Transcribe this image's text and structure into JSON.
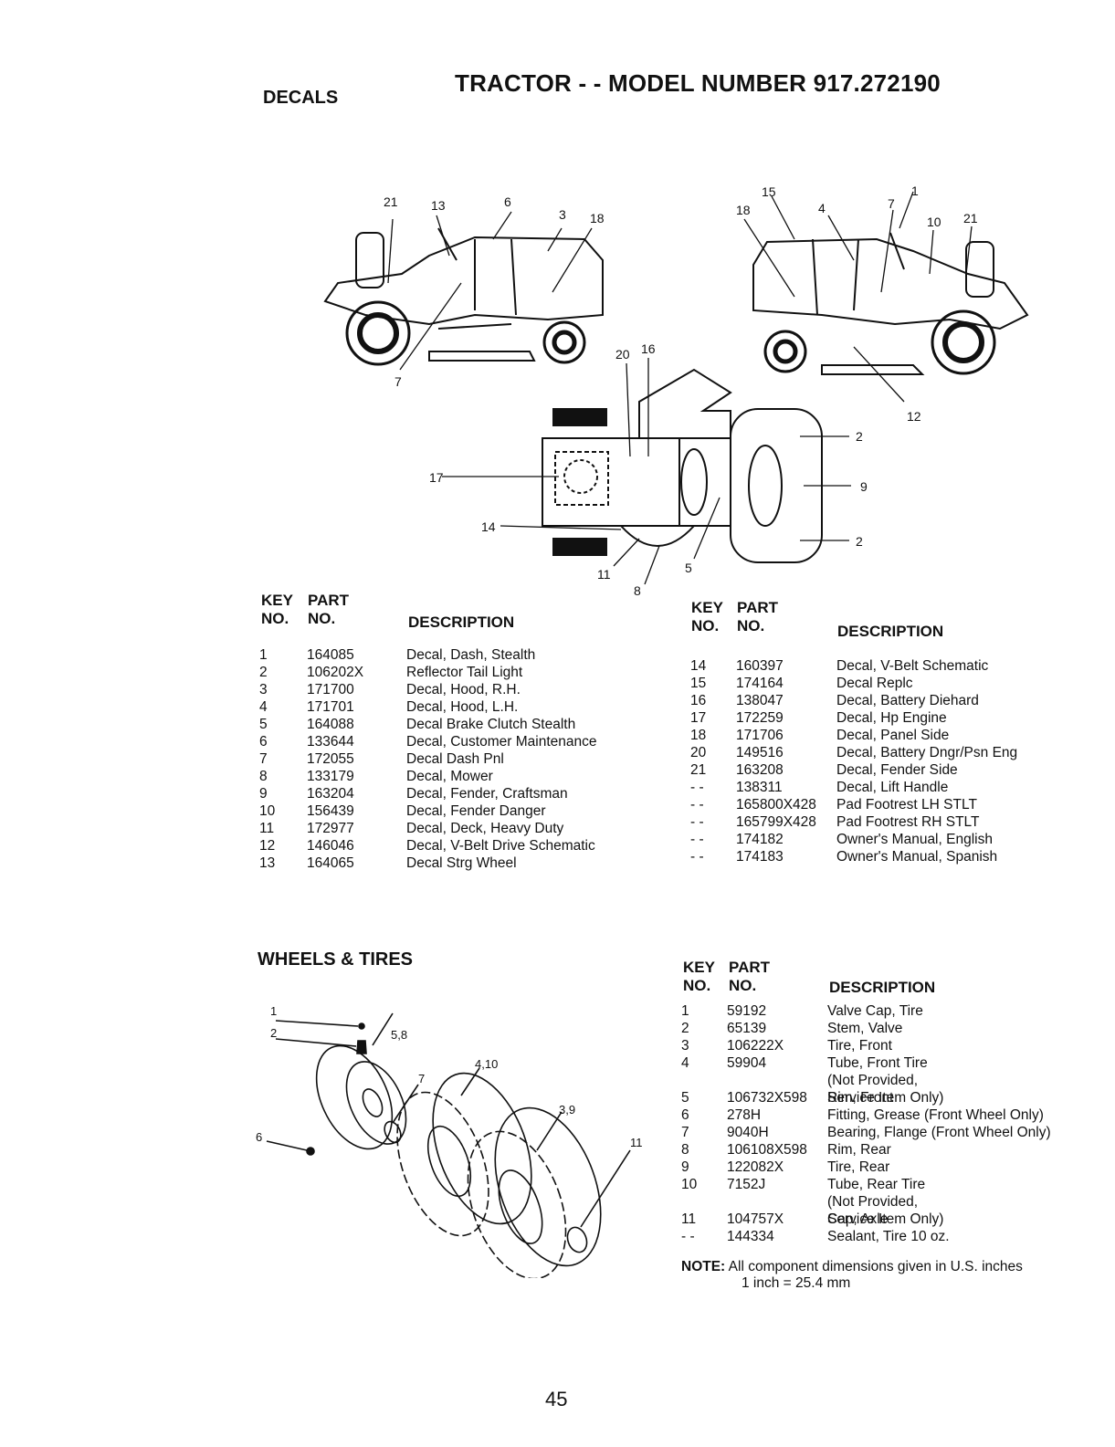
{
  "header": {
    "section": "DECALS",
    "title": "TRACTOR - - MODEL NUMBER 917.272190"
  },
  "decals_diagram": {
    "side_left_callouts": [
      "21",
      "13",
      "6",
      "3",
      "18",
      "7"
    ],
    "side_right_callouts": [
      "15",
      "18",
      "4",
      "7",
      "1",
      "10",
      "21",
      "12"
    ],
    "top_callouts": [
      "20",
      "16",
      "17",
      "14",
      "2",
      "9",
      "2",
      "11",
      "8",
      "5"
    ]
  },
  "table_headers": {
    "key": "KEY",
    "no": "NO.",
    "part": "PART",
    "part_no": "NO.",
    "description": "DESCRIPTION"
  },
  "decals_left": [
    {
      "key": "1",
      "part": "164085",
      "desc": "Decal, Dash, Stealth"
    },
    {
      "key": "2",
      "part": "106202X",
      "desc": "Reflector Tail Light"
    },
    {
      "key": "3",
      "part": "171700",
      "desc": "Decal, Hood, R.H."
    },
    {
      "key": "4",
      "part": "171701",
      "desc": "Decal, Hood, L.H."
    },
    {
      "key": "5",
      "part": "164088",
      "desc": "Decal Brake Clutch Stealth"
    },
    {
      "key": "6",
      "part": "133644",
      "desc": "Decal, Customer Maintenance"
    },
    {
      "key": "7",
      "part": "172055",
      "desc": "Decal Dash Pnl"
    },
    {
      "key": "8",
      "part": "133179",
      "desc": "Decal, Mower"
    },
    {
      "key": "9",
      "part": "163204",
      "desc": "Decal, Fender, Craftsman"
    },
    {
      "key": "10",
      "part": "156439",
      "desc": "Decal, Fender Danger"
    },
    {
      "key": "11",
      "part": "172977",
      "desc": "Decal, Deck, Heavy Duty"
    },
    {
      "key": "12",
      "part": "146046",
      "desc": "Decal, V-Belt Drive Schematic"
    },
    {
      "key": "13",
      "part": "164065",
      "desc": "Decal Strg Wheel"
    }
  ],
  "decals_right": [
    {
      "key": "14",
      "part": "160397",
      "desc": "Decal, V-Belt Schematic"
    },
    {
      "key": "15",
      "part": "174164",
      "desc": "Decal Replc"
    },
    {
      "key": "16",
      "part": "138047",
      "desc": "Decal, Battery Diehard"
    },
    {
      "key": "17",
      "part": "172259",
      "desc": "Decal, Hp Engine"
    },
    {
      "key": "18",
      "part": "171706",
      "desc": "Decal, Panel Side"
    },
    {
      "key": "20",
      "part": "149516",
      "desc": "Decal, Battery Dngr/Psn Eng"
    },
    {
      "key": "21",
      "part": "163208",
      "desc": "Decal, Fender Side"
    },
    {
      "key": "- -",
      "part": "138311",
      "desc": "Decal, Lift Handle"
    },
    {
      "key": "- -",
      "part": "165800X428",
      "desc": "Pad Footrest LH STLT"
    },
    {
      "key": "- -",
      "part": "165799X428",
      "desc": "Pad Footrest RH STLT"
    },
    {
      "key": "- -",
      "part": "174182",
      "desc": "Owner's Manual, English"
    },
    {
      "key": "- -",
      "part": "174183",
      "desc": "Owner's Manual, Spanish"
    }
  ],
  "wheels": {
    "section": "WHEELS & TIRES",
    "callouts": [
      "1",
      "2",
      "5,8",
      "6",
      "7",
      "4,10",
      "3,9",
      "11"
    ],
    "rows": [
      {
        "key": "1",
        "part": "59192",
        "desc": "Valve Cap, Tire"
      },
      {
        "key": "2",
        "part": "65139",
        "desc": "Stem, Valve"
      },
      {
        "key": "3",
        "part": "106222X",
        "desc": "Tire, Front"
      },
      {
        "key": "4",
        "part": "59904",
        "desc": "Tube, Front Tire (Not Provided, Service Item Only)"
      },
      {
        "key": "5",
        "part": "106732X598",
        "desc": "Rim, Front"
      },
      {
        "key": "6",
        "part": "278H",
        "desc": "Fitting, Grease (Front Wheel Only)"
      },
      {
        "key": "7",
        "part": "9040H",
        "desc": "Bearing, Flange (Front Wheel Only)"
      },
      {
        "key": "8",
        "part": "106108X598",
        "desc": "Rim, Rear"
      },
      {
        "key": "9",
        "part": "122082X",
        "desc": "Tire, Rear"
      },
      {
        "key": "10",
        "part": "7152J",
        "desc": "Tube, Rear Tire (Not Provided, Service Item Only)"
      },
      {
        "key": "11",
        "part": "104757X",
        "desc": "Cap, Axle"
      },
      {
        "key": "- -",
        "part": "144334",
        "desc": "Sealant, Tire 10 oz."
      }
    ],
    "note_label": "NOTE:",
    "note_text": "All component dimensions given in U.S. inches",
    "note_text2": "1 inch = 25.4 mm"
  },
  "page_number": "45"
}
